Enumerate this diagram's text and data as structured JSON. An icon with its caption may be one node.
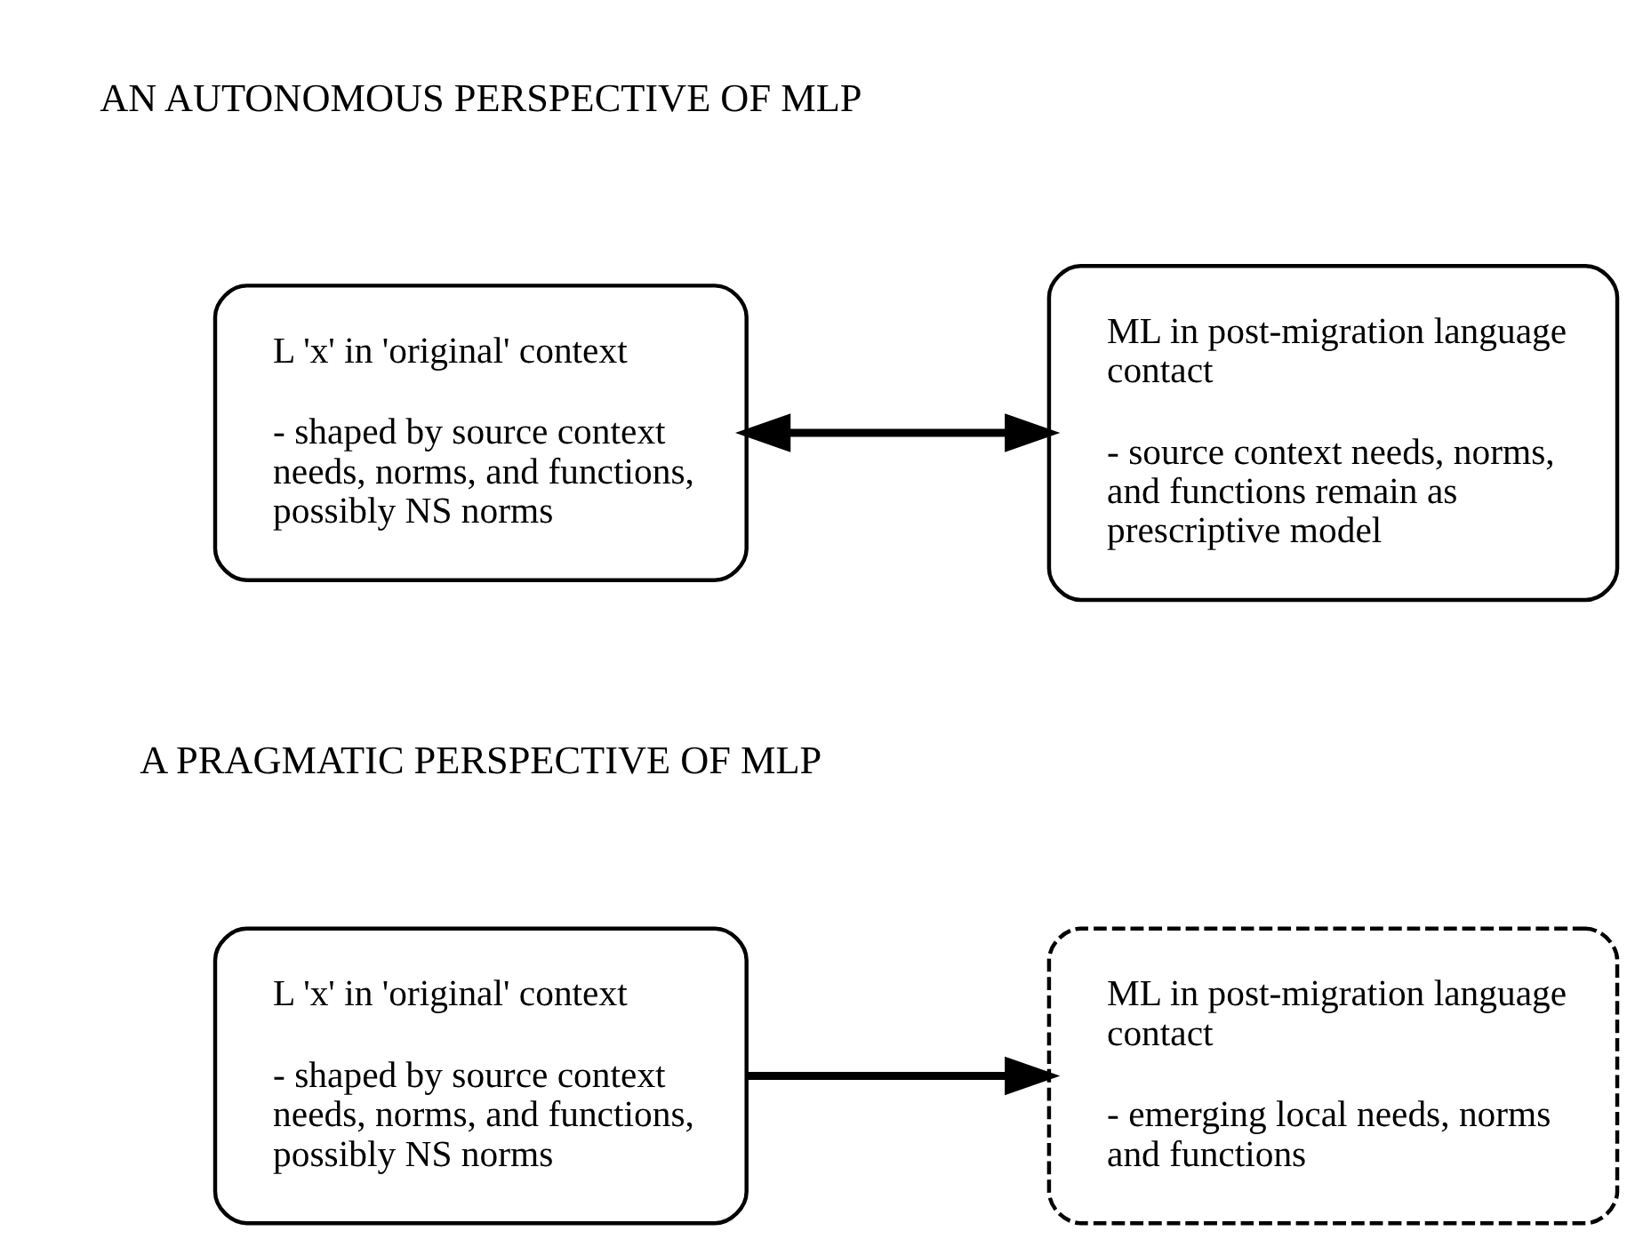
{
  "diagram": {
    "nodes": [
      {
        "text": [
          "L 'x' in 'original' context",
          "- shaped by source context needs, norms, and functions, possibly NS norms"
        ]
      },
      {
        "text": [
          "ML in post-migration language contact",
          "- source context needs, norms, and functions remain as prescriptive model"
        ]
      },
      {
        "text": [
          "L 'x' in 'original' context",
          "- shaped by source context needs, norms, and functions, possibly NS norms"
        ]
      },
      {
        "text": [
          "ML in post-migration language contact",
          "- emerging local needs, norms and functions"
        ]
      }
    ],
    "edges": [
      {
        "from": 0,
        "to": 1,
        "arrow": "both"
      },
      {
        "from": 2,
        "to": 3,
        "arrow": "to"
      }
    ],
    "labels": [
      "AN AUTONOMOUS PERSPECTIVE OF MLP",
      "A PRAGMATIC PERSPECTIVE OF MLP"
    ]
  }
}
